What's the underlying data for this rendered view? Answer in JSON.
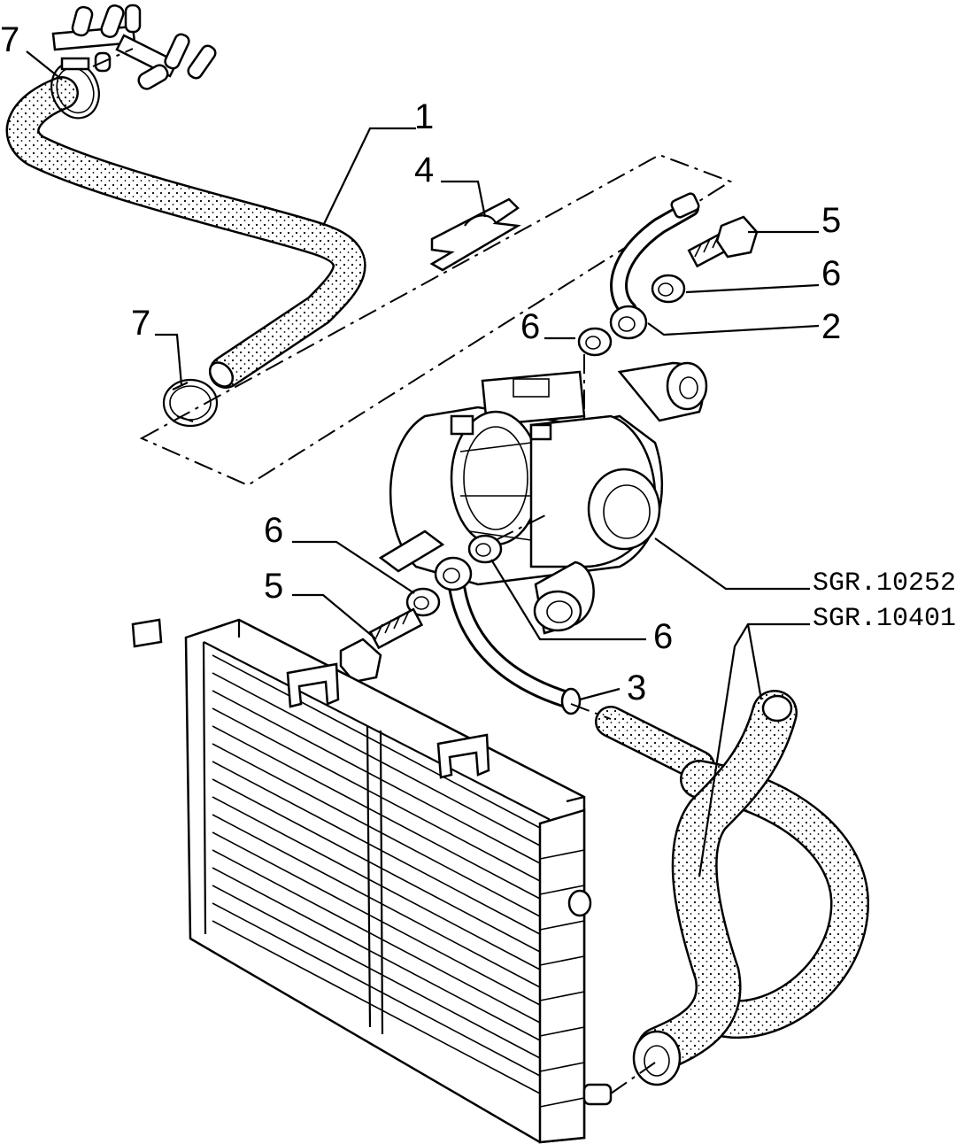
{
  "diagram": {
    "callouts": {
      "c1": "1",
      "c2": "2",
      "c3": "3",
      "c4": "4",
      "c5a": "5",
      "c5b": "5",
      "c6a": "6",
      "c6b": "6",
      "c6c": "6",
      "c6d": "6",
      "c7a": "7",
      "c7b": "7"
    },
    "references": {
      "r1": "SGR.10252",
      "r2": "SGR.10401"
    }
  }
}
